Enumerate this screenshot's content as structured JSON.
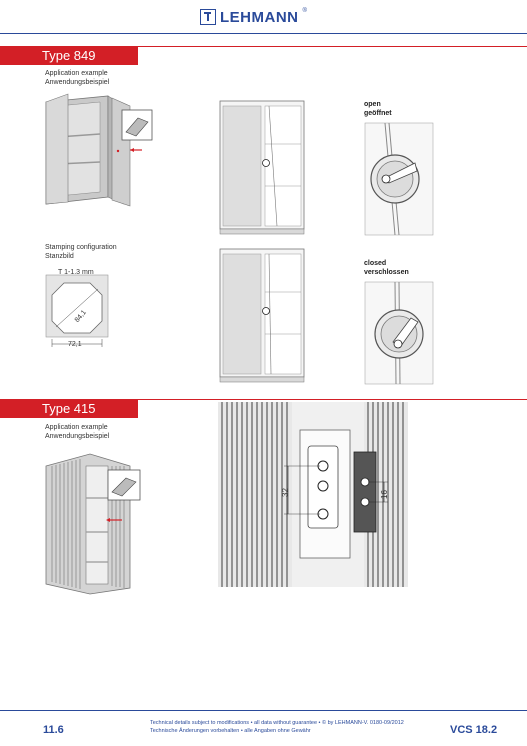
{
  "header": {
    "brand": "LEHMANN",
    "trademark": "®"
  },
  "sections": [
    {
      "title": "Type 849",
      "caption_en": "Application example",
      "caption_de": "Anwendungsbeispiel"
    },
    {
      "title": "Type 415",
      "caption_en": "Application example",
      "caption_de": "Anwendungsbeispiel"
    }
  ],
  "stamping": {
    "caption_en": "Stamping configuration",
    "caption_de": "Stanzbild",
    "thickness": "T 1-1.3 mm",
    "diag_dim": "84,1",
    "width_dim": "72,1"
  },
  "states": {
    "open_en": "open",
    "open_de": "geöffnet",
    "closed_en": "closed",
    "closed_de": "verschlossen"
  },
  "detail_415": {
    "dim_left": "32",
    "dim_right": "16"
  },
  "footer": {
    "page": "11.6",
    "note_line1": "Technical details subject to modifications • all data without guarantee • © by LEHMANN-V. 0180-09/2012",
    "note_line2": "Technische Änderungen vorbehalten • alle Angaben ohne Gewähr",
    "catalog": "VCS 18.2"
  },
  "colors": {
    "accent_red": "#d31f26",
    "brand_blue": "#2a4a9a"
  }
}
